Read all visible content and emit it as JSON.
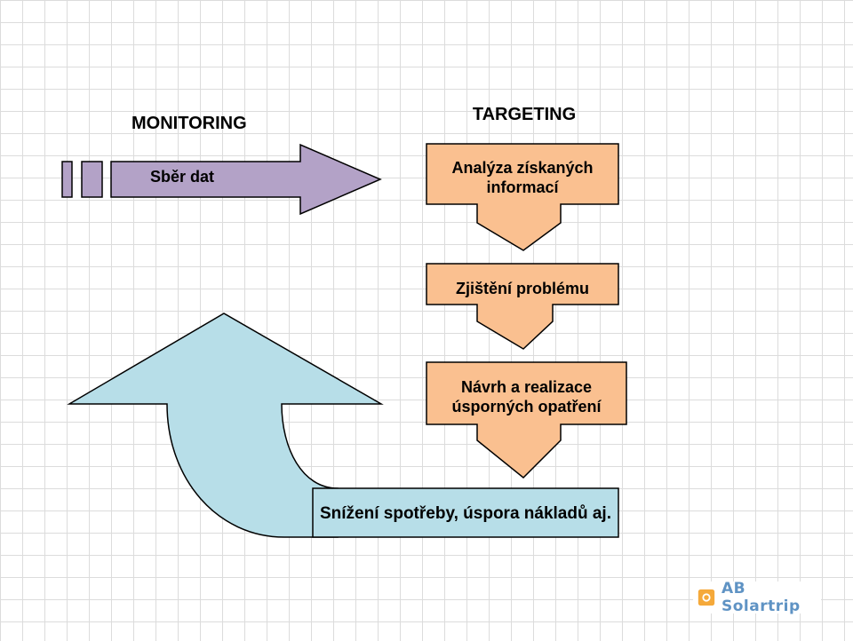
{
  "headings": {
    "monitoring": "MONITORING",
    "targeting": "TARGETING"
  },
  "nodes": {
    "sber_dat": "Sběr dat",
    "analyza_line1": "Analýza získaných",
    "analyza_line2": "informací",
    "zjisteni": "Zjištění problému",
    "navrh_line1": "Návrh a realizace",
    "navrh_line2": "úsporných opatření",
    "snizeni": "Snížení spotřeby, úspora nákladů aj."
  },
  "logo": {
    "text": "AB Solartrip"
  },
  "colors": {
    "purple_arrow": "#b3a2c7",
    "orange_box": "#fac090",
    "blue_box": "#b7dee8",
    "logo_orange": "#f5a93a",
    "logo_blue": "#5f93c4"
  }
}
